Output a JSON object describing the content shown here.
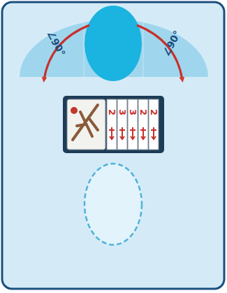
{
  "diagram": {
    "labels": [
      "∠90°",
      "∠90°",
      "2",
      "3",
      "3",
      "2",
      "2"
    ]
  }
}
